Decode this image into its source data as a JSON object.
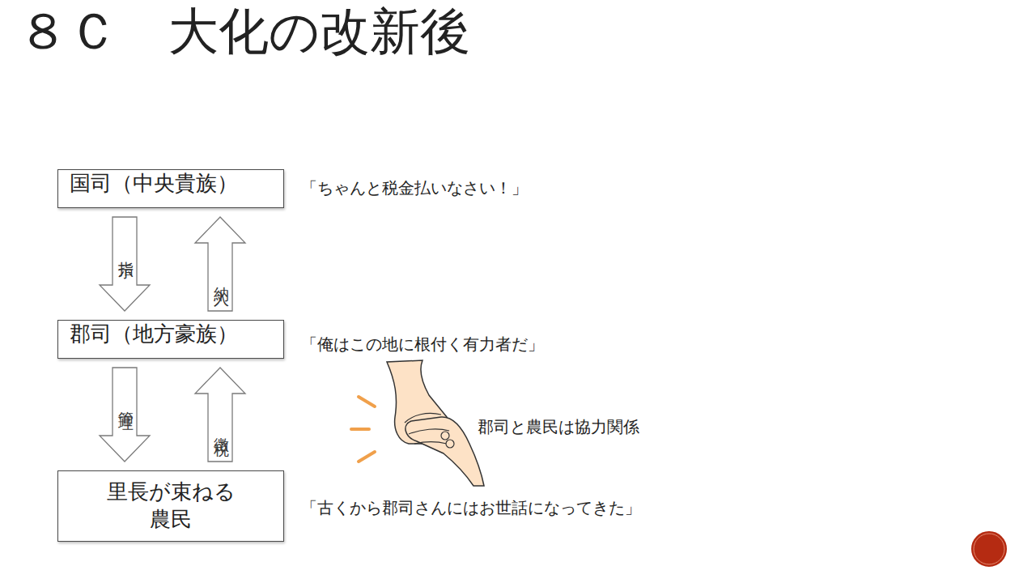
{
  "diagram": {
    "title": "８Ｃ　大化の改新後",
    "nodes": [
      {
        "text": [
          "国司（中央貴族）"
        ]
      },
      {
        "text": [
          "郡司（地方豪族）"
        ]
      },
      {
        "text": [
          "里長が束ねる 農民"
        ]
      }
    ],
    "edges": [
      {
        "from": 0,
        "to": 1,
        "label": "指示",
        "arrow": "to"
      },
      {
        "from": 1,
        "to": 0,
        "label": "納入",
        "arrow": "to"
      },
      {
        "from": 1,
        "to": 2,
        "label": "管理",
        "arrow": "to"
      },
      {
        "from": 2,
        "to": 1,
        "label": "徴税",
        "arrow": "to"
      }
    ],
    "labels": [
      "「ちゃんと税金払いなさい！」",
      "「俺はこの地に根付く有力者だ」",
      "郡司と農民は協力関係",
      "「古くから郡司さんにはお世話になってきた」"
    ]
  }
}
